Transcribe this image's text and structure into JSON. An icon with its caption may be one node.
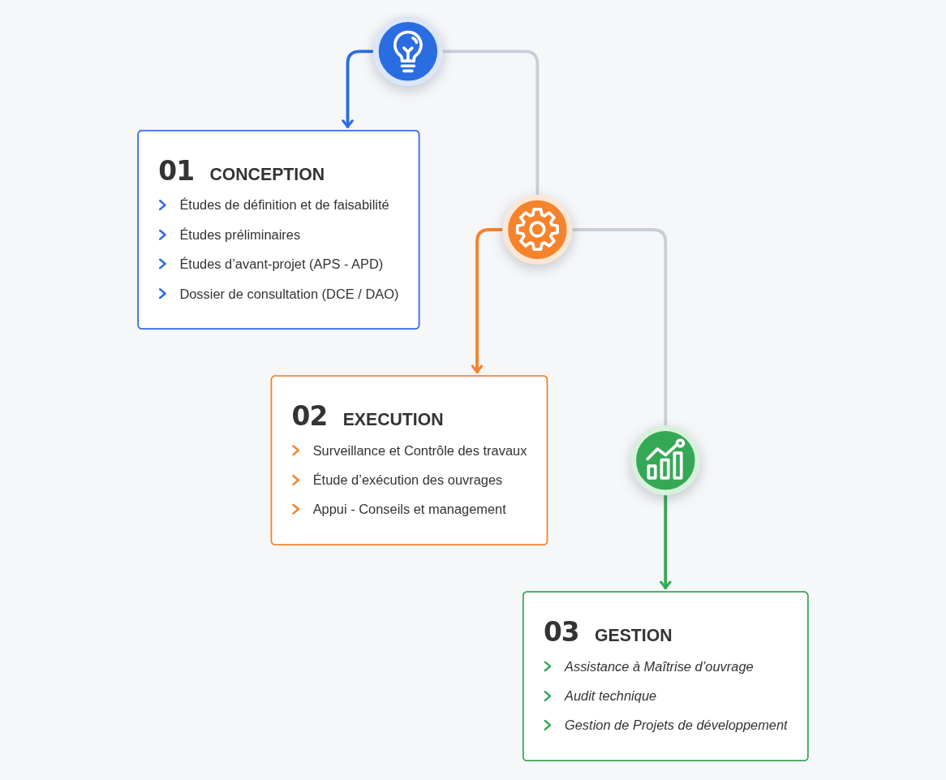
{
  "diagram": {
    "nodes": [
      {
        "text": [],
        "shape": "circle"
      },
      {
        "text": [
          "01",
          "CONCEPTION",
          "Études de définition et de faisabilité",
          "Études préliminaires",
          "Études d’avant-projet (APS - APD)",
          "Dossier de consultation (DCE / DAO)"
        ]
      },
      {
        "text": [
          "02",
          "EXECUTION",
          "Surveillance et Contrôle des travaux",
          "Étude d’exécution des ouvrages",
          "Appui - Conseils et management"
        ]
      },
      {
        "text": [],
        "shape": "circle"
      },
      {
        "text": [],
        "shape": "circle"
      },
      {
        "text": [
          "03",
          "GESTION",
          "Assistance à Maîtrise d’ouvrage",
          "Audit technique",
          "Gestion de Projets de développement"
        ]
      }
    ],
    "edges": [
      {
        "from": 0,
        "to": 1,
        "arrow": "to",
        "color": "#2a6de1"
      },
      {
        "from": 0,
        "to": 3,
        "arrow": "none"
      },
      {
        "from": 3,
        "to": 2,
        "arrow": "to",
        "color": "#f5832b"
      },
      {
        "from": 3,
        "to": 4,
        "arrow": "none"
      },
      {
        "from": 4,
        "to": 5,
        "arrow": "to",
        "color": "#35a855"
      }
    ]
  }
}
